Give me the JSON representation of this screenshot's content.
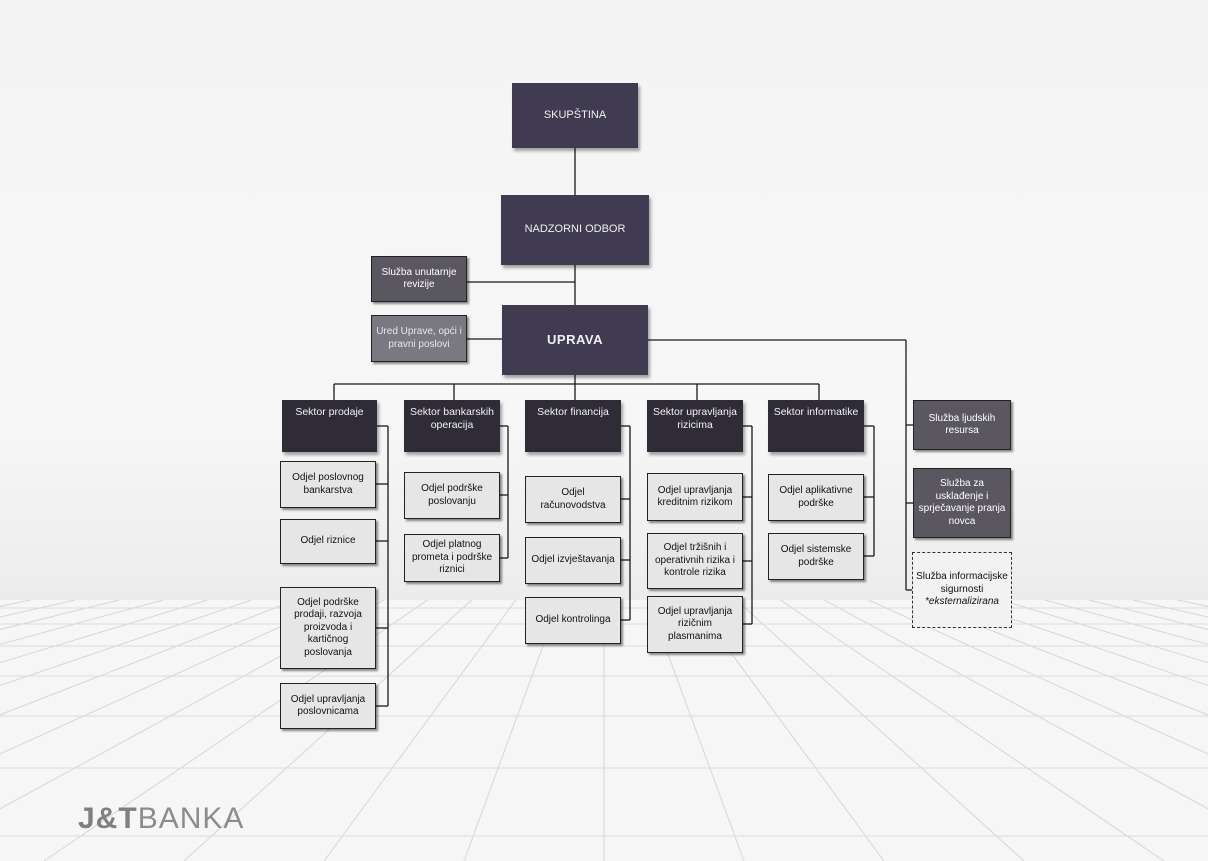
{
  "skupstina": "SKUPŠTINA",
  "nadzorni_odbor": "NADZORNI ODBOR",
  "uprava": "UPRAVA",
  "staff_left": [
    "Služba unutarnje revizije",
    "Ured Uprave, opći i pravni poslovi"
  ],
  "sectors": [
    {
      "name": "Sektor prodaje",
      "departments": [
        "Odjel poslovnog bankarstva",
        "Odjel riznice",
        "Odjel podrške prodaji, razvoja proizvoda i kartičnog poslovanja",
        "Odjel upravljanja poslovnicama"
      ]
    },
    {
      "name": "Sektor bankarskih operacija",
      "departments": [
        "Odjel podrške poslovanju",
        "Odjel platnog prometa i podrške riznici"
      ]
    },
    {
      "name": "Sektor financija",
      "departments": [
        "Odjel računovodstva",
        "Odjel izvještavanja",
        "Odjel kontrolinga"
      ]
    },
    {
      "name": "Sektor upravljanja rizicima",
      "departments": [
        "Odjel upravljanja kreditnim rizikom",
        "Odjel tržišnih i operativnih rizika i kontrole rizika",
        "Odjel upravljanja rizičnim plasmanima"
      ]
    },
    {
      "name": "Sektor informatike",
      "departments": [
        "Odjel aplikativne podrške",
        "Odjel sistemske podrške"
      ]
    }
  ],
  "staff_right": [
    "Služba ljudskih resursa",
    "Služba za usklađenje i sprječavanje pranja novca"
  ],
  "external_service": {
    "label": "Služba informacijske sigurnosti",
    "note": "*eksternalizirana"
  },
  "logo": {
    "mark": "J&T",
    "word": "BANKA"
  },
  "colors": {
    "top_box": "#403b50",
    "sector": "#2f2c38",
    "department": "#e6e6e6",
    "staff": "#5a5760"
  }
}
